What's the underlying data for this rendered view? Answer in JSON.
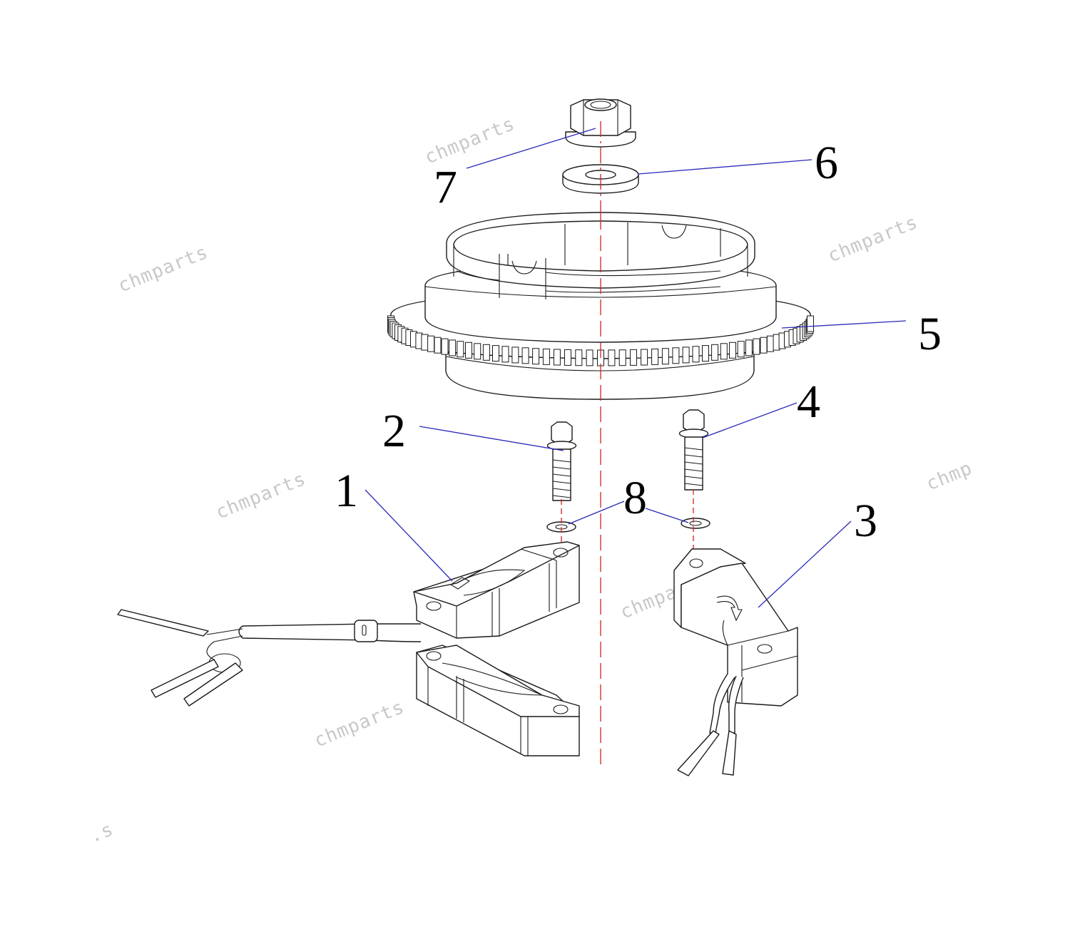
{
  "callouts": {
    "c1": "1",
    "c2": "2",
    "c3": "3",
    "c4": "4",
    "c5": "5",
    "c6": "6",
    "c7": "7",
    "c8": "8"
  },
  "watermarks": {
    "w1": "chmparts",
    "w2": "chmparts",
    "w3": "chmparts",
    "w4": "chmparts",
    "w5": "chmparts",
    "w6": "chmparts",
    "w7": "chmparts",
    "w8": "chmp",
    "w9": ".s"
  },
  "colors": {
    "leader": "#2b2bb8",
    "axis": "#d42020",
    "line": "#1a1a1a",
    "watermark": "#c8c8c8"
  }
}
